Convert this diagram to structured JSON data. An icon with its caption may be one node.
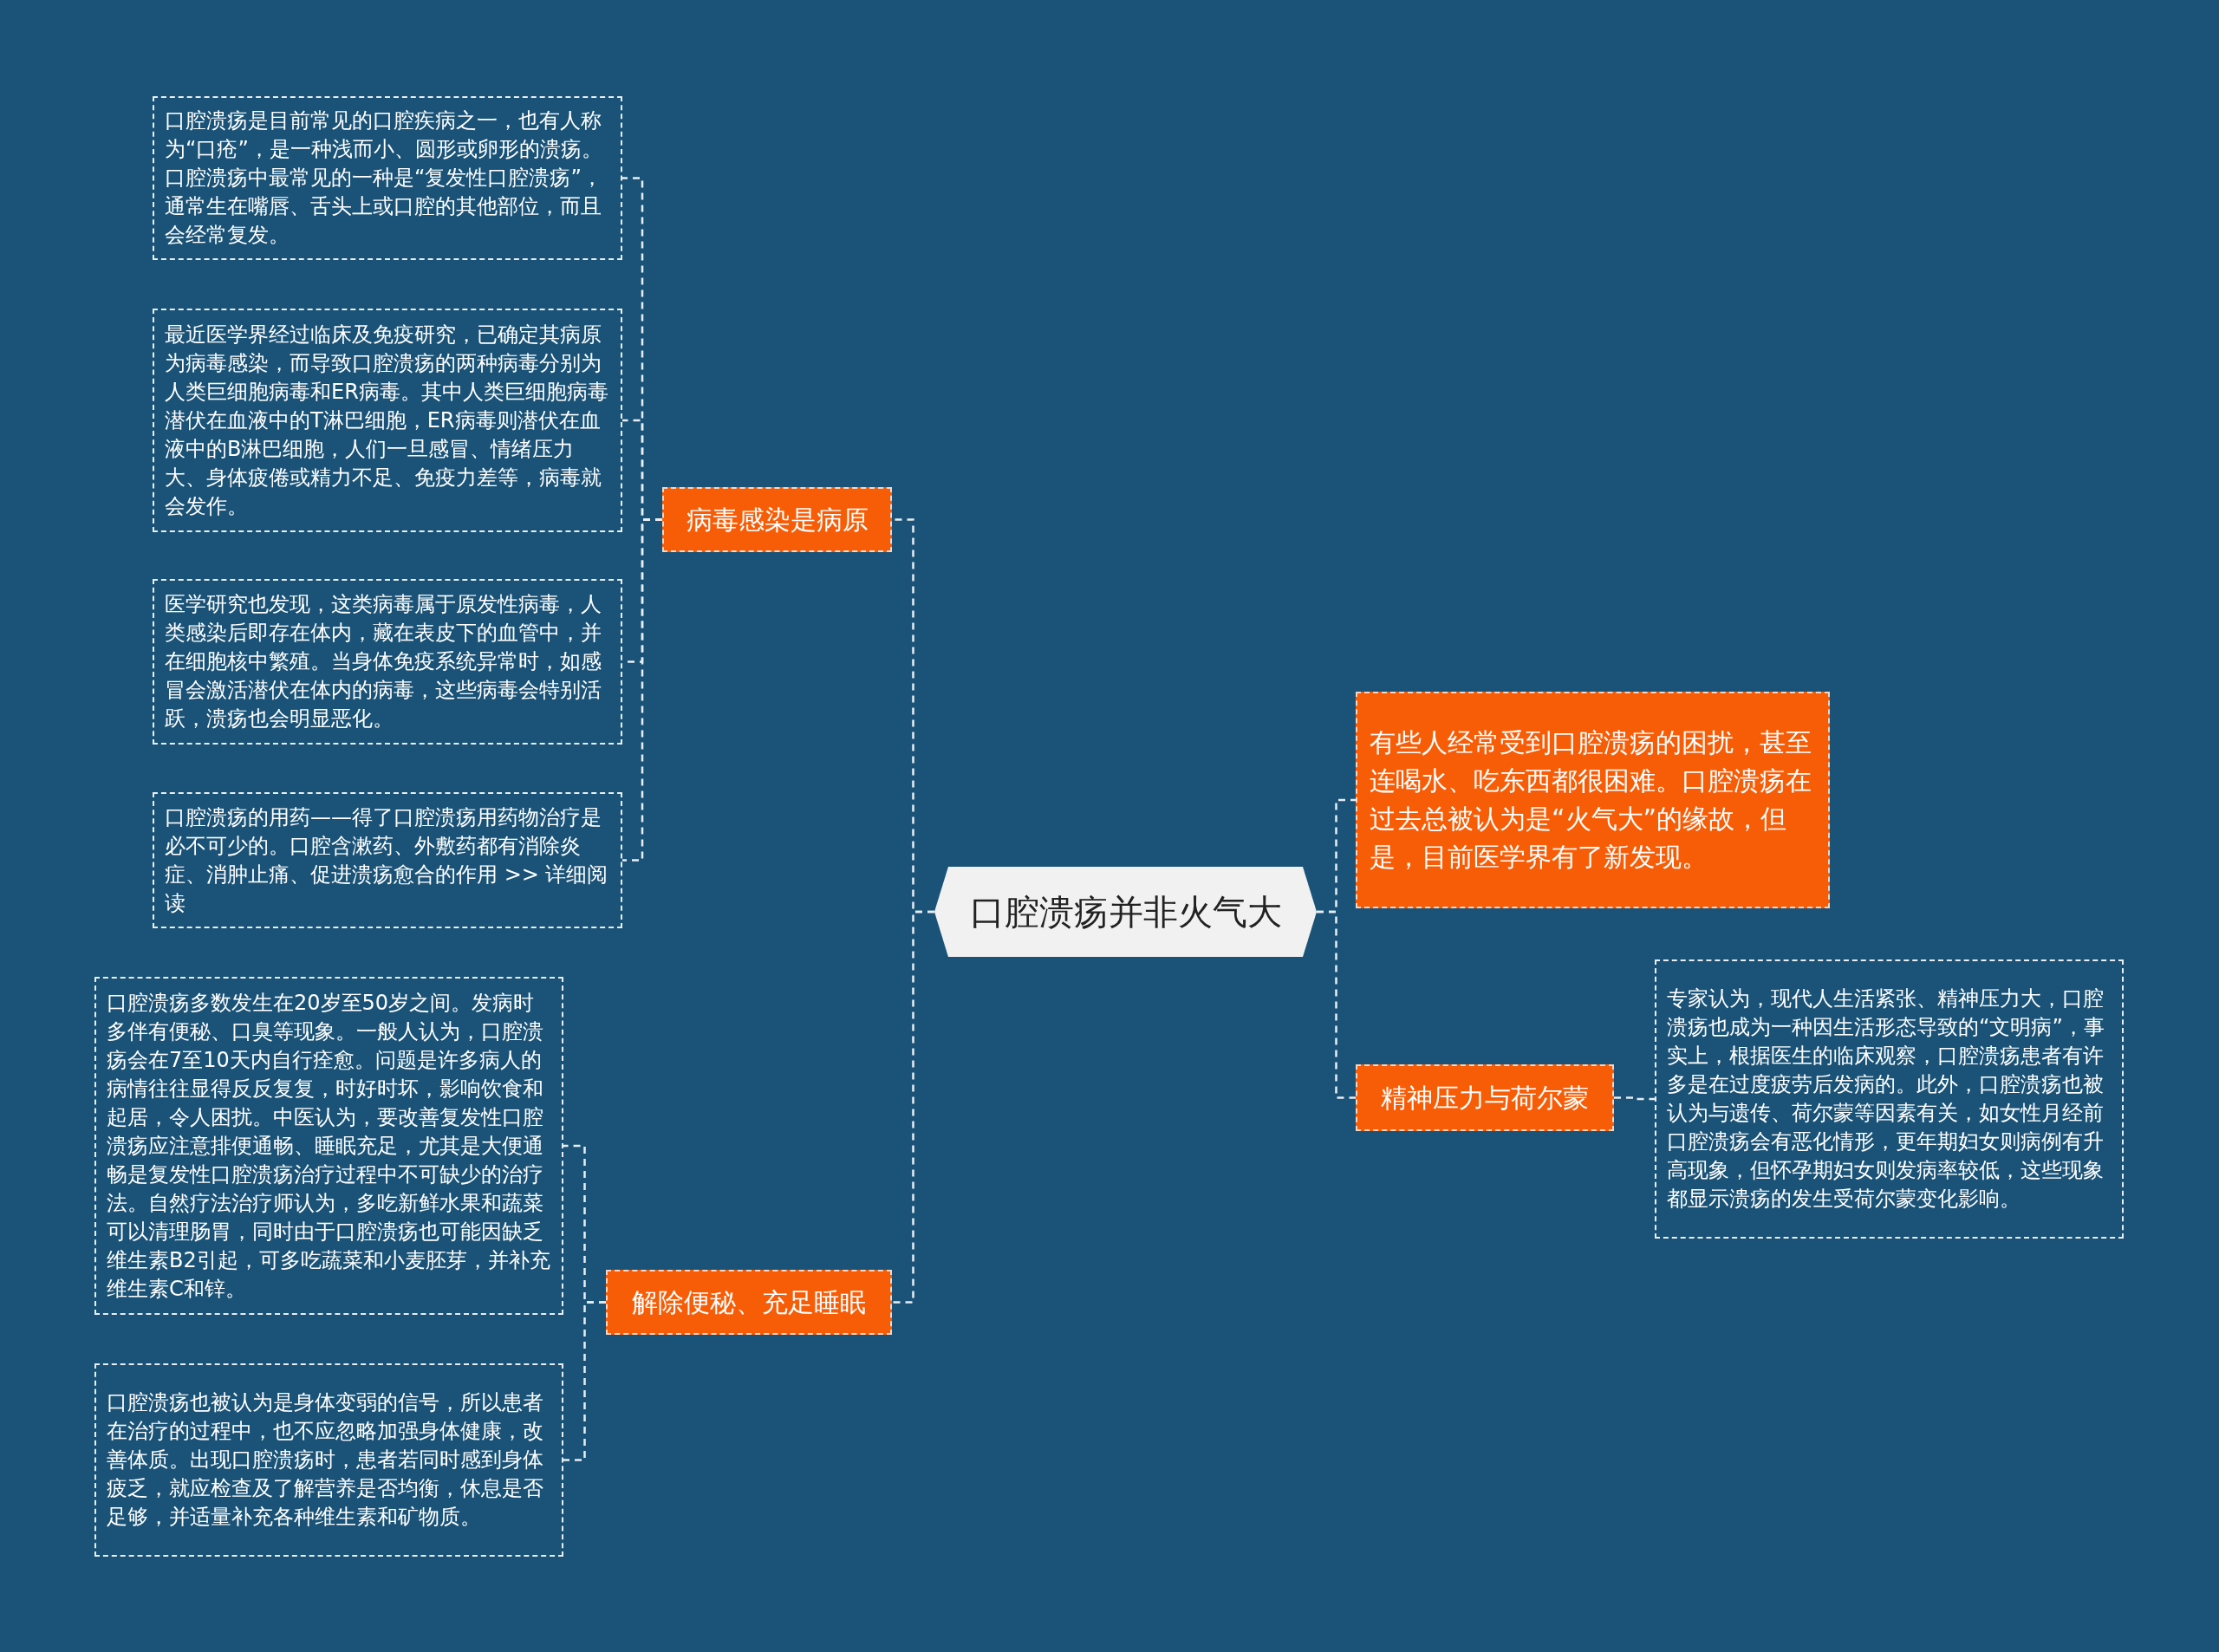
{
  "diagram": {
    "nodes": [
      {
        "text": [
          "口腔溃疡并非火气大"
        ]
      },
      {
        "text": [
          "病毒感染是病原"
        ]
      },
      {
        "text": [
          "口腔溃疡是目前常见的口腔疾病之一，也有人称为“口疮”，是一种浅而小、圆形或卵形的溃疡。口腔溃疡中最常见的一种是“复发性口腔溃疡”，通常生在嘴唇、舌头上或口腔的其他部位，而且会经常复发。"
        ]
      },
      {
        "text": [
          "最近医学界经过临床及免疫研究，已确定其病原为病毒感染，而导致口腔溃疡的两种病毒分别为人类巨细胞病毒和ER病毒。其中人类巨细胞病毒潜伏在血液中的T淋巴细胞，ER病毒则潜伏在血液中的B淋巴细胞，人们一旦感冒、情绪压力大、身体疲倦或精力不足、免疫力差等，病毒就会发作。"
        ]
      },
      {
        "text": [
          "医学研究也发现，这类病毒属于原发性病毒，人类感染后即存在体内，藏在表皮下的血管中，并在细胞核中繁殖。当身体免疫系统异常时，如感冒会激活潜伏在体内的病毒，这些病毒会特别活跃，溃疡也会明显恶化。"
        ]
      },
      {
        "text": [
          "口腔溃疡的用药——得了口腔溃疡用药物治疗是必不可少的。口腔含漱药、外敷药都有消除炎症、消肿止痛、促进溃疡愈合的作用 >> 详细阅读"
        ]
      },
      {
        "text": [
          "解除便秘、充足睡眠"
        ]
      },
      {
        "text": [
          "口腔溃疡多数发生在20岁至50岁之间。发病时多伴有便秘、口臭等现象。一般人认为，口腔溃疡会在7至10天内自行痊愈。问题是许多病人的病情往往显得反反复复，时好时坏，影响饮食和起居，令人困扰。中医认为，要改善复发性口腔溃疡应注意排便通畅、睡眠充足，尤其是大便通畅是复发性口腔溃疡治疗过程中不可缺少的治疗法。自然疗法治疗师认为，多吃新鲜水果和蔬菜可以清理肠胃，同时由于口腔溃疡也可能因缺乏维生素B2引起，可多吃蔬菜和小麦胚芽，并补充维生素C和锌。"
        ]
      },
      {
        "text": [
          "口腔溃疡也被认为是身体变弱的信号，所以患者在治疗的过程中，也不应忽略加强身体健康，改善体质。出现口腔溃疡时，患者若同时感到身体疲乏，就应检查及了解营养是否均衡，休息是否足够，并适量补充各种维生素和矿物质。"
        ]
      },
      {
        "text": [
          "有些人经常受到口腔溃疡的困扰，甚至连喝水、吃东西都很困难。口腔溃疡在过去总被认为是“火气大”的缘故，但是，目前医学界有了新发现。"
        ]
      },
      {
        "text": [
          "精神压力与荷尔蒙"
        ]
      },
      {
        "text": [
          "专家认为，现代人生活紧张、精神压力大，口腔溃疡也成为一种因生活形态导致的“文明病”，事实上，根据医生的临床观察，口腔溃疡患者有许多是在过度疲劳后发病的。此外，口腔溃疡也被认为与遗传、荷尔蒙等因素有关，如女性月经前口腔溃疡会有恶化情形，更年期妇女则病例有升高现象，但怀孕期妇女则发病率较低，这些现象都显示溃疡的发生受荷尔蒙变化影响。"
        ]
      }
    ],
    "edges": [
      {
        "from": 0,
        "to": 1,
        "arrow": "none"
      },
      {
        "from": 1,
        "to": 2,
        "arrow": "none"
      },
      {
        "from": 1,
        "to": 3,
        "arrow": "none"
      },
      {
        "from": 1,
        "to": 4,
        "arrow": "none"
      },
      {
        "from": 1,
        "to": 5,
        "arrow": "none"
      },
      {
        "from": 0,
        "to": 6,
        "arrow": "none"
      },
      {
        "from": 6,
        "to": 7,
        "arrow": "none"
      },
      {
        "from": 6,
        "to": 8,
        "arrow": "none"
      },
      {
        "from": 0,
        "to": 9,
        "arrow": "none"
      },
      {
        "from": 0,
        "to": 10,
        "arrow": "none"
      },
      {
        "from": 10,
        "to": 11,
        "arrow": "none"
      }
    ]
  }
}
